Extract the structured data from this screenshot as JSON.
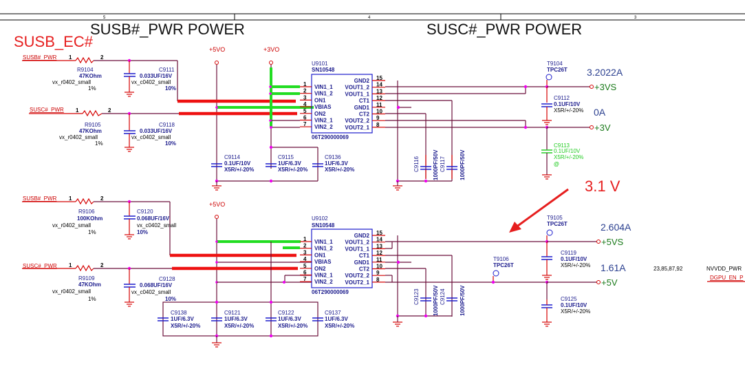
{
  "frame": {
    "zones": [
      "5",
      "4",
      "3"
    ]
  },
  "titles": {
    "left": "SUSB#_PWR POWER",
    "right": "SUSC#_PWR POWER"
  },
  "annotations": {
    "susb_ec": "SUSB_EC#",
    "voltage": "3.1 V"
  },
  "rails": {
    "v5vo": "+5VO",
    "v3vo": "+3VO",
    "v5vo_b": "+5VO"
  },
  "top": {
    "net_susb": "SUSB#_PWR",
    "net_susc": "SUSC#_PWR",
    "r1": {
      "ref": "R9104",
      "value": "47KOhm",
      "footprint": "vx_r0402_small",
      "tol": "1%",
      "pin1": "1",
      "pin2": "2"
    },
    "c1": {
      "ref": "C9111",
      "value": "0.033UF/16V",
      "footprint": "vx_c0402_small",
      "tol": "10%"
    },
    "r2": {
      "ref": "R9105",
      "value": "47KOhm",
      "footprint": "vx_r0402_small",
      "tol": "1%",
      "pin1": "1",
      "pin2": "2"
    },
    "c2": {
      "ref": "C9118",
      "value": "0.033UF/16V",
      "footprint": "vx_c0402_small",
      "tol": "10%"
    },
    "c9114": {
      "ref": "C9114",
      "value": "0.1UF/10V",
      "spec": "X5R/+/-20%"
    },
    "c9115": {
      "ref": "C9115",
      "value": "1UF/6.3V",
      "spec": "X5R/+/-20%"
    },
    "c9136": {
      "ref": "C9136",
      "value": "1UF/6.3V",
      "spec": "X5R/+/-20%"
    },
    "c9116": {
      "ref": "C9116",
      "value": "1000PF/50V"
    },
    "c9117": {
      "ref": "C9117",
      "value": "1000PF/50V"
    },
    "ic": {
      "ref": "U9101",
      "part": "SN10548",
      "pn": "06T290000069"
    },
    "tp": {
      "ref": "T9104",
      "part": "TPC26T"
    },
    "c9112": {
      "ref": "C9112",
      "value": "0.1UF/10V",
      "spec": "X5R/+/-20%"
    },
    "c9113": {
      "ref": "C9113",
      "value": "0.1UF/10V",
      "spec": "X5R/+/-20%",
      "note": "@"
    },
    "out1": {
      "name": "+3VS",
      "current": "3.2022A"
    },
    "out2": {
      "name": "+3V",
      "current": "0A"
    }
  },
  "ic_pins": {
    "left": [
      {
        "num": "1",
        "name": "VIN1_1"
      },
      {
        "num": "2",
        "name": "VIN1_2"
      },
      {
        "num": "3",
        "name": "ON1"
      },
      {
        "num": "4",
        "name": "VBIAS"
      },
      {
        "num": "5",
        "name": "ON2"
      },
      {
        "num": "6",
        "name": "VIN2_1"
      },
      {
        "num": "7",
        "name": "VIN2_2"
      }
    ],
    "right": [
      {
        "num": "15",
        "name": "GND2"
      },
      {
        "num": "14",
        "name": "VOUT1_2"
      },
      {
        "num": "13",
        "name": "VOUT1_1"
      },
      {
        "num": "12",
        "name": "CT1"
      },
      {
        "num": "11",
        "name": "GND1"
      },
      {
        "num": "10",
        "name": "CT2"
      },
      {
        "num": "9",
        "name": "VOUT2_2"
      },
      {
        "num": "8",
        "name": "VOUT2_1"
      }
    ]
  },
  "bottom": {
    "net_susb": "SUSB#_PWR",
    "net_susc": "SUSC#_PWR",
    "r1": {
      "ref": "R9106",
      "value": "100KOhm",
      "footprint": "vx_r0402_small",
      "tol": "1%",
      "pin1": "1",
      "pin2": "2"
    },
    "c1": {
      "ref": "C9120",
      "value": "0.068UF/16V",
      "footprint": "vx_c0402_small",
      "tol": "10%"
    },
    "r2": {
      "ref": "R9109",
      "value": "47KOhm",
      "footprint": "vx_r0402_small",
      "tol": "1%",
      "pin1": "1",
      "pin2": "2"
    },
    "c2": {
      "ref": "C9128",
      "value": "0.068UF/16V",
      "footprint": "vx_c0402_small",
      "tol": "10%"
    },
    "c9138": {
      "ref": "C9138",
      "value": "1UF/6.3V",
      "spec": "X5R/+/-20%"
    },
    "c9121": {
      "ref": "C9121",
      "value": "1UF/6.3V",
      "spec": "X5R/+/-20%"
    },
    "c9122": {
      "ref": "C9122",
      "value": "1UF/6.3V",
      "spec": "X5R/+/-20%"
    },
    "c9137": {
      "ref": "C9137",
      "value": "1UF/6.3V",
      "spec": "X5R/+/-20%"
    },
    "c9123": {
      "ref": "C9123",
      "value": "1000PF/50V"
    },
    "c9124": {
      "ref": "C9124",
      "value": "1000PF/50V"
    },
    "ic": {
      "ref": "U9102",
      "part": "SN10548",
      "pn": "06T290000069"
    },
    "tp1": {
      "ref": "T9105",
      "part": "TPC26T"
    },
    "tp2": {
      "ref": "T9106",
      "part": "TPC26T"
    },
    "c9119": {
      "ref": "C9119",
      "value": "0.1UF/10V",
      "spec": "X5R/+/-20%"
    },
    "c9125": {
      "ref": "C9125",
      "value": "0.1UF/10V",
      "spec": "X5R/+/-20%"
    },
    "out1": {
      "name": "+5VS",
      "current": "2.604A"
    },
    "out2": {
      "name": "+5V",
      "current": "1.61A"
    },
    "pagerefs": "23,85,87,92",
    "net_nvvdd": "NVVDD_PWR",
    "net_dgpu": "DGPU_EN_P"
  },
  "pin_labels": {
    "p1": "1",
    "p2": "2"
  }
}
